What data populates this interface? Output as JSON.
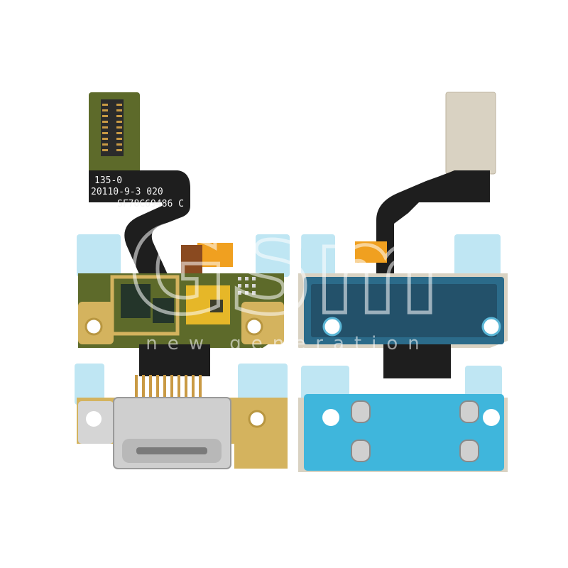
{
  "pcb_print": {
    "line1": "135-0",
    "line2": "20110-9-3  020",
    "line3": "SF78C69486  C"
  },
  "watermark": {
    "logo_text": "GSm",
    "tagline": "new generation"
  },
  "colors": {
    "pcb_green": "#5d6a2a",
    "flex_black": "#1e1e1e",
    "gold": "#d4b35e",
    "orange_tape": "#f0a020",
    "blue_film": "#3fb6dc",
    "light_blue_sticker": "#bfe6f3",
    "metal_plate": "#d9d2c2",
    "usb_silver": "#cfcfcf"
  }
}
